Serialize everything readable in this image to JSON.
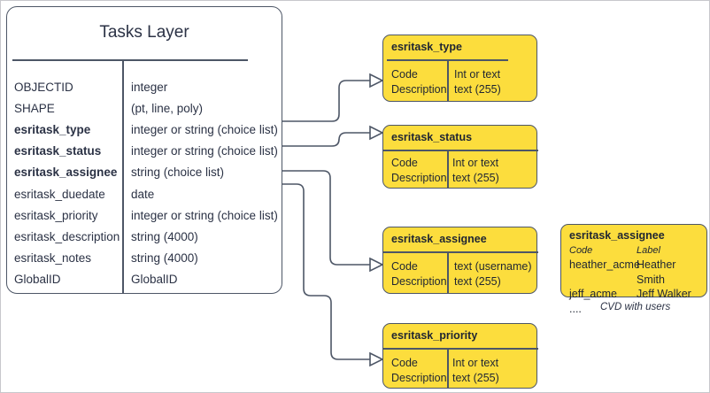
{
  "diagram": {
    "main_entity": {
      "title": "Tasks Layer",
      "fields": [
        {
          "name": "OBJECTID",
          "type": "integer",
          "bold": false
        },
        {
          "name": "SHAPE",
          "type": "(pt, line, poly)",
          "bold": false
        },
        {
          "name": "esritask_type",
          "type": "integer or string (choice list)",
          "bold": true
        },
        {
          "name": "esritask_status",
          "type": "integer or string (choice list)",
          "bold": true
        },
        {
          "name": "esritask_assignee",
          "type": "string (choice list)",
          "bold": true
        },
        {
          "name": "esritask_duedate",
          "type": "date",
          "bold": false
        },
        {
          "name": "esritask_priority",
          "type": "integer or string (choice list)",
          "bold": false
        },
        {
          "name": "esritask_description",
          "type": "string (4000)",
          "bold": false
        },
        {
          "name": "esritask_notes",
          "type": "string (4000)",
          "bold": false
        },
        {
          "name": "GlobalID",
          "type": "GlobalID",
          "bold": false
        }
      ]
    },
    "domain_boxes": [
      {
        "title": "esritask_type",
        "left_col": [
          "Code",
          "Description"
        ],
        "right_col": [
          "Int or text",
          "text (255)"
        ]
      },
      {
        "title": "esritask_status",
        "left_col": [
          "Code",
          "Description"
        ],
        "right_col": [
          "Int or text",
          "text (255)"
        ]
      },
      {
        "title": "esritask_assignee",
        "left_col": [
          "Code",
          "Description"
        ],
        "right_col": [
          "text  (username)",
          "text (255)"
        ]
      },
      {
        "title": "esritask_priority",
        "left_col": [
          "Code",
          "Description"
        ],
        "right_col": [
          "Int or text",
          "text (255)"
        ]
      }
    ],
    "cvd_box": {
      "title": "esritask_assignee",
      "header_code": "Code",
      "header_label": "Label",
      "rows": [
        {
          "code": "heather_acme",
          "label": "Heather Smith"
        },
        {
          "code": "jeff_acme",
          "label": "Jeff Walker"
        }
      ],
      "ellipsis": "....",
      "caption": "CVD with users"
    },
    "colors": {
      "domain_fill": "#fcdd3d",
      "stroke": "#4d5666",
      "text": "#2b3245",
      "page_border": "#c8c8cc"
    }
  }
}
